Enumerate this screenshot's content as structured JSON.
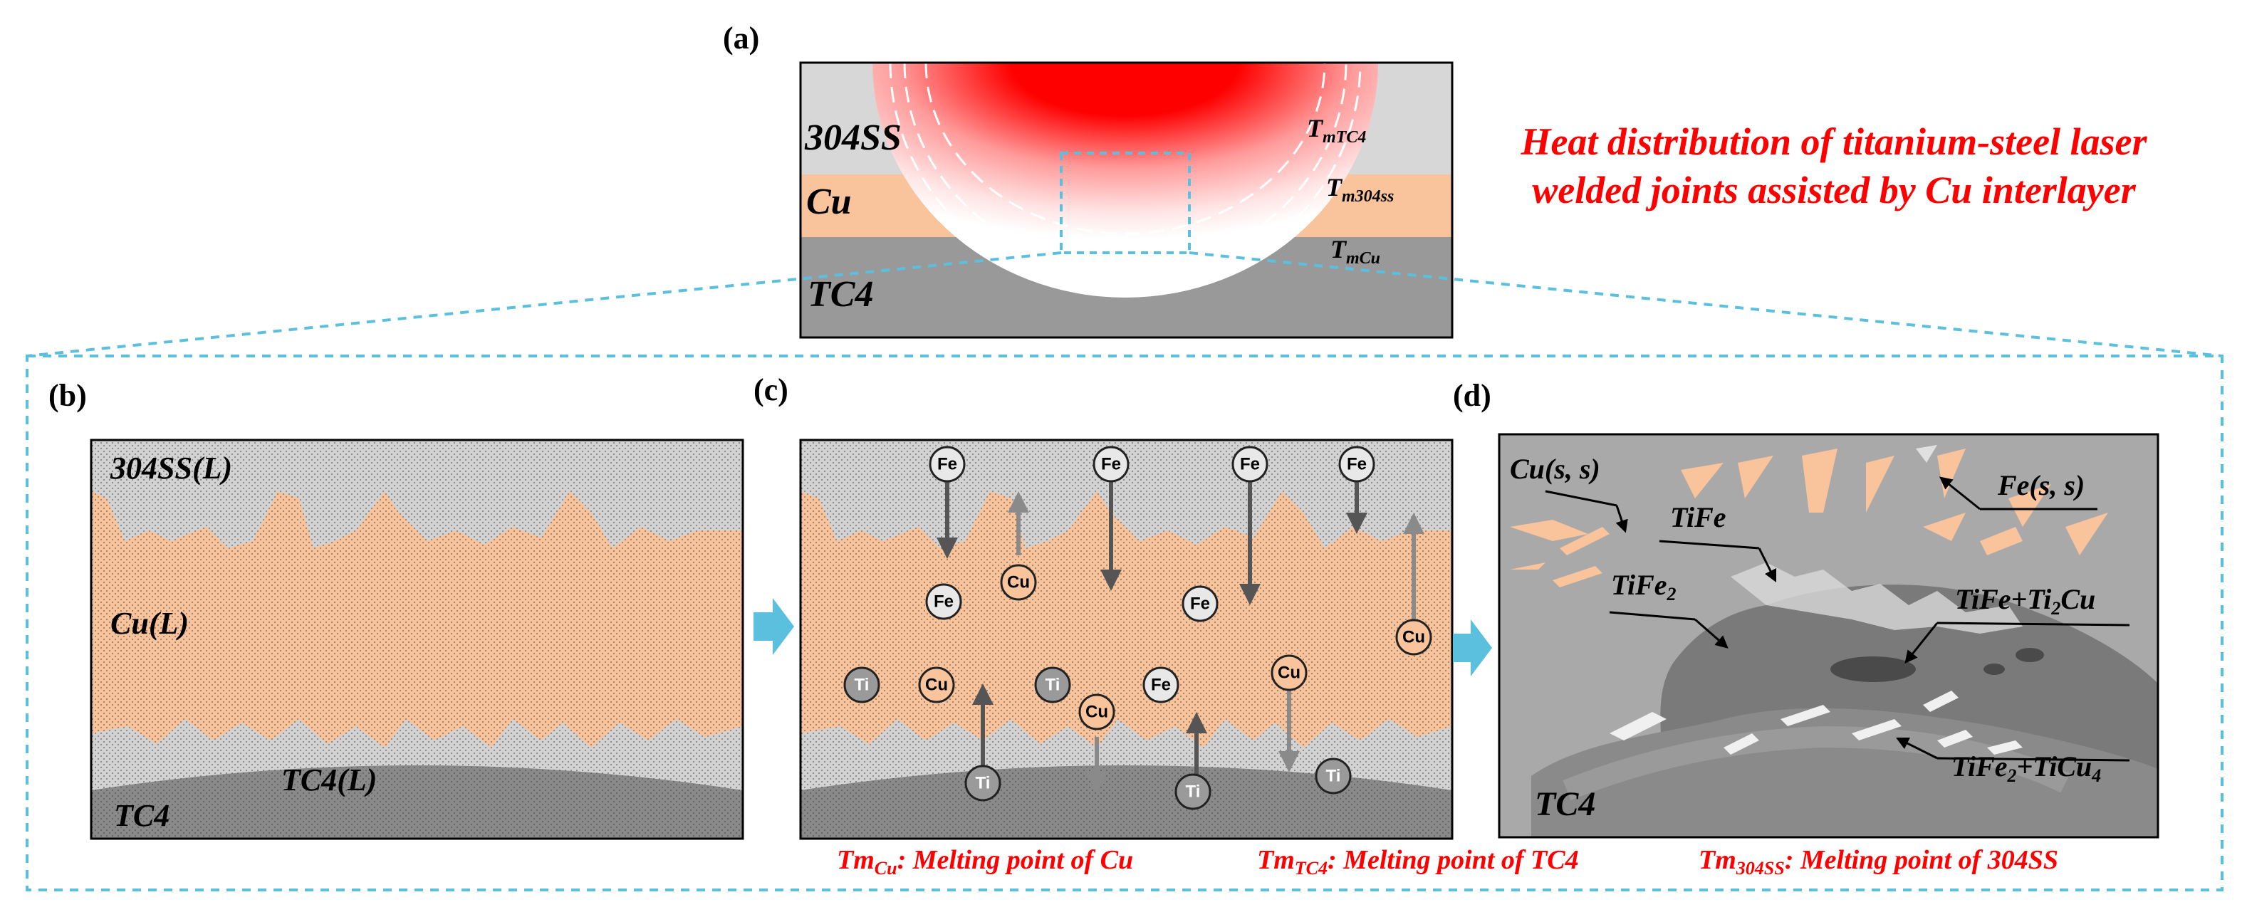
{
  "panel_labels": {
    "a": "(a)",
    "b": "(b)",
    "c": "(c)",
    "d": "(d)"
  },
  "title": {
    "line1": "Heat distribution of titanium-steel laser",
    "line2": "welded joints assisted by Cu interlayer"
  },
  "panel_a": {
    "layers": {
      "top": "304SS",
      "middle": "Cu",
      "bottom": "TC4"
    },
    "isotherms": [
      {
        "main": "T",
        "sub": "mTC4"
      },
      {
        "main": "T",
        "sub": "m304ss"
      },
      {
        "main": "T",
        "sub": "mCu"
      }
    ]
  },
  "panel_b": {
    "labels": {
      "top": "304SS(L)",
      "middle": "Cu(L)",
      "lower": "TC4(L)",
      "bottom": "TC4"
    }
  },
  "panel_c": {
    "atoms": {
      "fe": "Fe",
      "cu": "Cu",
      "ti": "Ti"
    }
  },
  "panel_d": {
    "labels": {
      "cu_ss": "Cu(s, s)",
      "fe_ss": "Fe(s, s)",
      "tife": "TiFe",
      "tife2_main": "TiFe",
      "tife2_sub": "2",
      "tife_ti2cu_a": "TiFe+Ti",
      "tife_ti2cu_sub": "2",
      "tife_ti2cu_b": "Cu",
      "tife2_ticu4_a": "TiFe",
      "tife2_ticu4_sub1": "2",
      "tife2_ticu4_b": "+TiCu",
      "tife2_ticu4_sub2": "4",
      "tc4": "TC4"
    }
  },
  "legend": [
    {
      "main": "Tm",
      "sub": "Cu",
      "text": ":  Melting point of Cu"
    },
    {
      "main": "Tm",
      "sub": "TC4",
      "text": ":  Melting point of TC4"
    },
    {
      "main": "Tm",
      "sub": "304SS",
      "text": ":  Melting point of 304SS"
    }
  ],
  "colors": {
    "accent_red": "#ff0000",
    "dashed_cyan": "#5bc0de",
    "arrow_cyan": "#5bc0de",
    "cu_orange": "#f9c49b",
    "steel_gray": "#d3d3d3",
    "tc4_gray": "#8f8f8f"
  }
}
